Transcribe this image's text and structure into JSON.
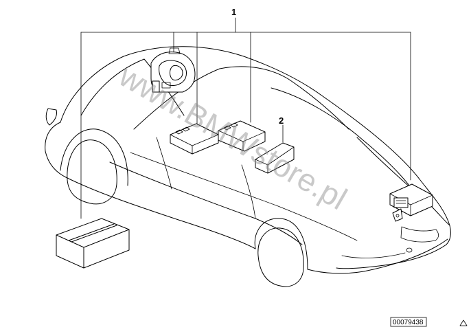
{
  "callouts": {
    "item1": "1",
    "item2": "2"
  },
  "watermark": "www.BMWstore.pl",
  "diagram_ref": "00079438",
  "colors": {
    "line": "#000000",
    "watermark": "#8a8a8a",
    "background": "#ffffff"
  },
  "icons": {
    "corner_mark": "triangle-outline-icon"
  }
}
